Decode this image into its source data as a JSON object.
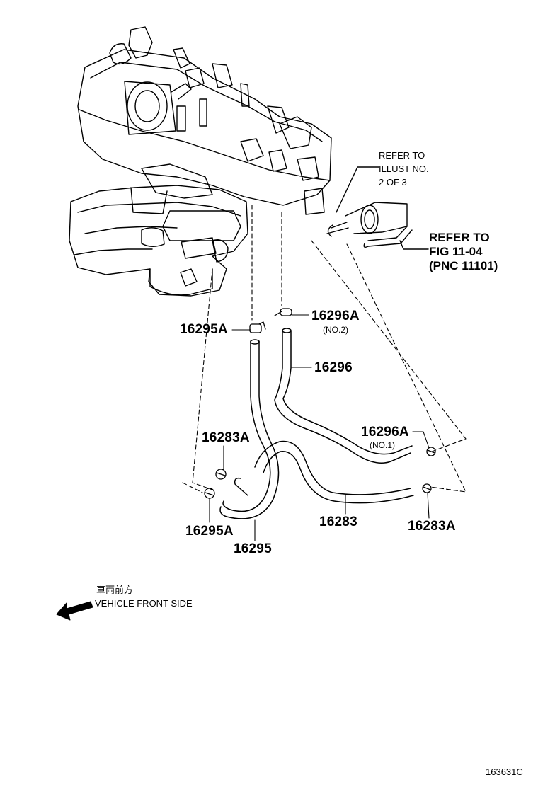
{
  "labels": {
    "p16296A_top": "16296A",
    "p16296A_top_sub": "(NO.2)",
    "p16295A_top": "16295A",
    "p16296": "16296",
    "p16296A_right": "16296A",
    "p16296A_right_sub": "(NO.1)",
    "p16283A_left": "16283A",
    "p16295A_bottom": "16295A",
    "p16295": "16295",
    "p16283": "16283",
    "p16283A_right": "16283A"
  },
  "refer_illust": "REFER TO\nILLUST NO.\n2 OF 3",
  "refer_fig": "REFER TO\nFIG 11-04\n(PNC 11101)",
  "front": {
    "jp": "車両前方",
    "en": "VEHICLE FRONT SIDE"
  },
  "illustration_id": "163631C"
}
